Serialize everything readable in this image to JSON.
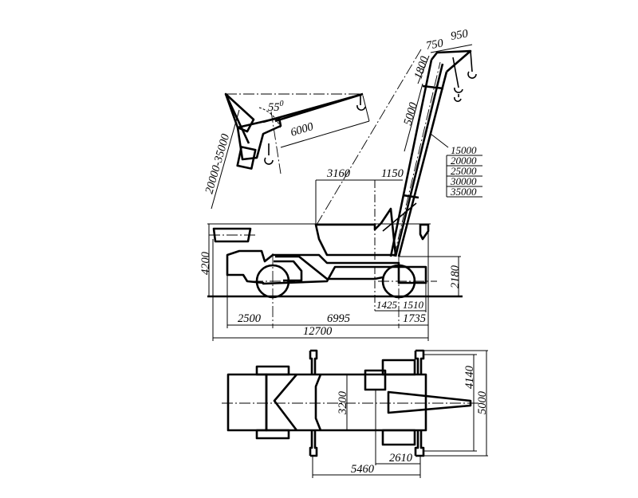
{
  "drawing": {
    "title": "Mobile crane general arrangement",
    "boom_config": {
      "angle_label": "55",
      "angle_unit": "0",
      "jib_length": "6000",
      "boom_length_range": "20000-35000",
      "boom_tip_dims": [
        "750",
        "950"
      ],
      "boom_head_length": "1800",
      "boom_section_length": "5000",
      "boom_lengths_table": [
        "15000",
        "20000",
        "25000",
        "30000",
        "35000"
      ]
    },
    "side_view": {
      "cab_width": "3160",
      "boom_offset": "1150",
      "overall_height": "4200",
      "rear_height": "2180",
      "front_overhang": "2500",
      "wheelbase": "6995",
      "rear_dim_a": "1425",
      "rear_dim_b": "1510",
      "rear_overhang": "1735",
      "overall_length": "12700"
    },
    "plan_view": {
      "body_width": "3200",
      "outrigger_span_inner": "4140",
      "outrigger_span_outer": "5000",
      "outrigger_longitudinal": "2610",
      "outrigger_to_axle": "5460"
    }
  }
}
